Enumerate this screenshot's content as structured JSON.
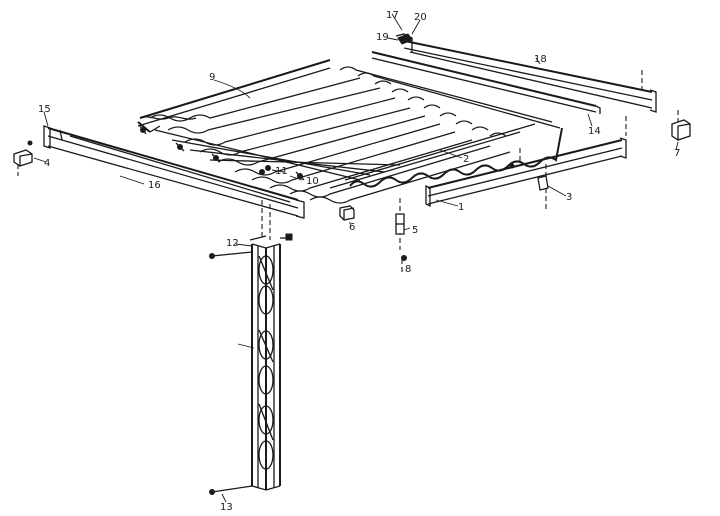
{
  "part_labels": {
    "p1": "1",
    "p2": "2",
    "p3": "3",
    "p4": "4",
    "p5": "5",
    "p6": "6",
    "p7": "7",
    "p8": "8",
    "p9": "9",
    "p10": "10",
    "p11": "11",
    "p12": "12",
    "p13": "13",
    "p14": "14",
    "p15": "15",
    "p16": "16",
    "p17": "17",
    "p18": "18",
    "p19": "19",
    "p20": "20"
  }
}
